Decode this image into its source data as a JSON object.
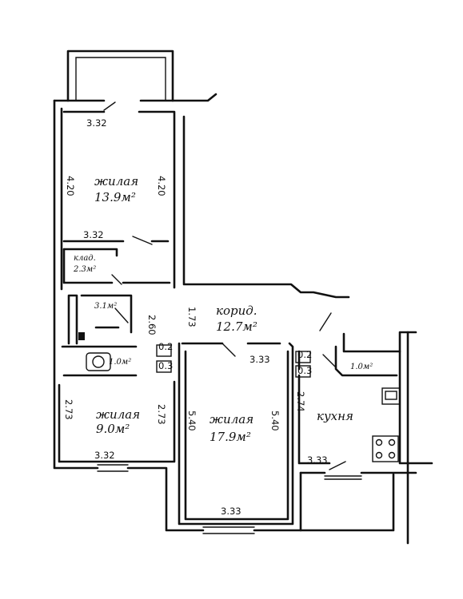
{
  "rooms": {
    "living_top": {
      "name": "жилая",
      "area": "13.9м²",
      "width_top": "3.32",
      "width_bottom": "3.32",
      "height_left": "4.20",
      "height_right": "4.20"
    },
    "closet": {
      "name": "клад.",
      "area": "2.3м²"
    },
    "bath": {
      "area": "3.1м²"
    },
    "wc": {
      "area": "1.0м²"
    },
    "corridor": {
      "name": "корид.",
      "area": "12.7м²",
      "dim_left": "2.60",
      "dim_right": "1.73"
    },
    "living_left": {
      "name": "жилая",
      "area": "9.0м²",
      "width": "3.32",
      "height_left": "2.73",
      "height_right": "2.73"
    },
    "living_center": {
      "name": "жилая",
      "area": "17.9м²",
      "width_top": "3.33",
      "width_bottom": "3.33",
      "height_left": "5.40",
      "height_right": "5.40"
    },
    "kitchen": {
      "name": "кухня",
      "width": "3.33",
      "height": "2.74"
    },
    "pantry_right": {
      "area": "1.0м²"
    }
  },
  "small_dims": {
    "a": "0.2",
    "b": "0.3",
    "c": "0.2",
    "d": "0.3"
  }
}
